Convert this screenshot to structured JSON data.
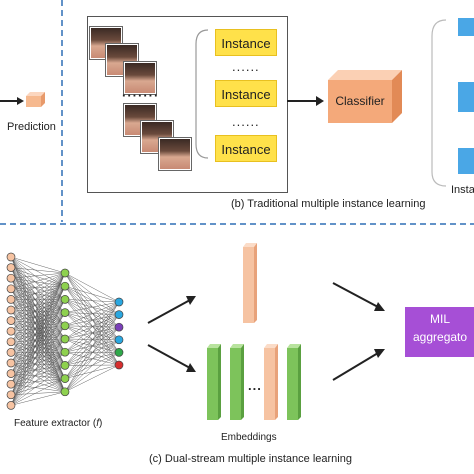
{
  "prediction_label": "Prediction",
  "instance_label": "Instance",
  "instance_dots": "......",
  "face_dots": "·······",
  "classifier_label": "Classifier",
  "panel_b_caption": "(b) Traditional multiple instance learning",
  "partial_label_right": "Insta",
  "feature_extractor_label": "Feature extractor (f)",
  "embeddings_label": "Embeddings",
  "embedding_dots": "...",
  "mil_label_line1": "MIL",
  "mil_label_line2": "aggregato",
  "panel_c_caption": "(c) Dual-stream multiple instance learning",
  "colors": {
    "dashed_border": "#2e6fb5",
    "instance_fill": "#ffe14a",
    "classifier_fill": "#f4a97a",
    "mil_fill": "#a64fd6",
    "embedding_orange": "#f6c3a2",
    "embedding_green": "#7dc35b",
    "input_node": "#f6c3a2",
    "hidden_node": "#8ed14f",
    "output_blue": "#2aa7e0",
    "output_purple": "#7a3fb8",
    "output_green": "#2fa84a",
    "output_red": "#d62d2d",
    "partial_blue": "#4aa7e6"
  }
}
